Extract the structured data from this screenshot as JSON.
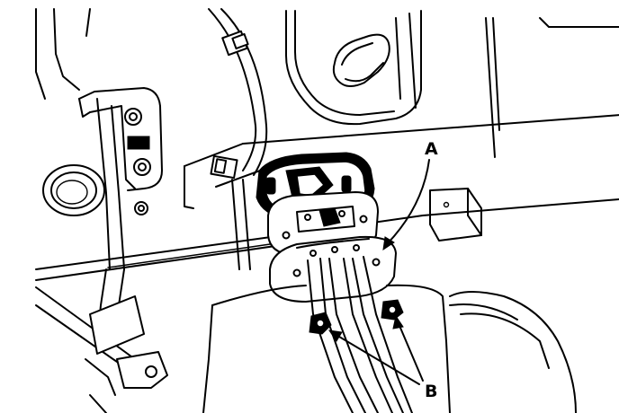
{
  "diagram": {
    "callouts": [
      {
        "id": "A",
        "label": "A"
      },
      {
        "id": "B",
        "label": "B"
      }
    ],
    "colors": {
      "ink": "#000000",
      "paper": "#ffffff"
    }
  }
}
